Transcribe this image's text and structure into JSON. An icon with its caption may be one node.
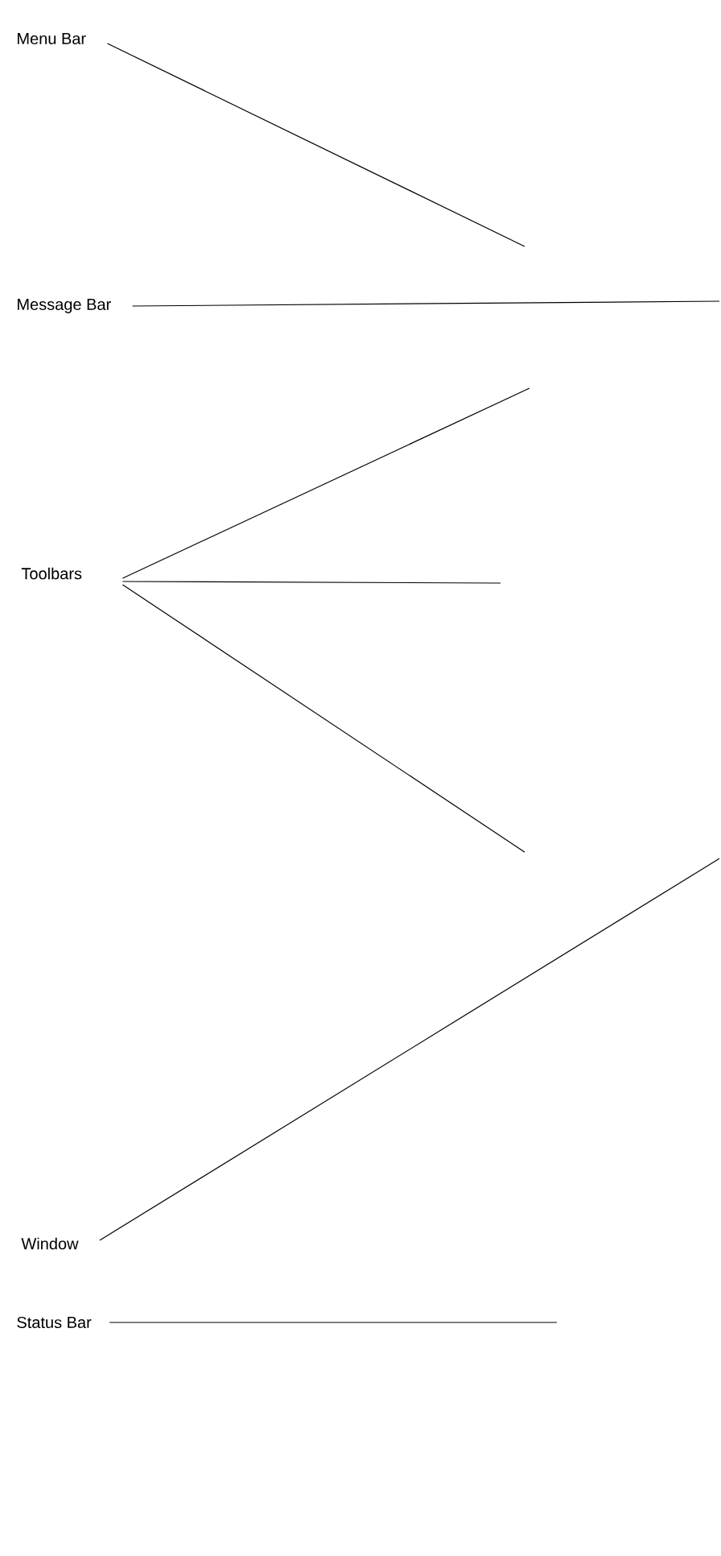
{
  "diagram": {
    "nodes": [
      {
        "text": [
          "Menu Bar"
        ]
      },
      {
        "text": [
          "Message Bar"
        ]
      },
      {
        "text": [
          "Toolbars"
        ]
      },
      {
        "text": [
          "Window"
        ]
      },
      {
        "text": [
          "Status Bar"
        ]
      }
    ],
    "edges": [
      {
        "from": 0,
        "to": null,
        "arrow": "none"
      },
      {
        "from": 1,
        "to": null,
        "arrow": "none"
      },
      {
        "from": 2,
        "to": null,
        "arrow": "none"
      },
      {
        "from": 2,
        "to": null,
        "arrow": "none"
      },
      {
        "from": 2,
        "to": null,
        "arrow": "none"
      },
      {
        "from": 3,
        "to": null,
        "arrow": "none"
      },
      {
        "from": 4,
        "to": null,
        "arrow": "none"
      }
    ]
  }
}
